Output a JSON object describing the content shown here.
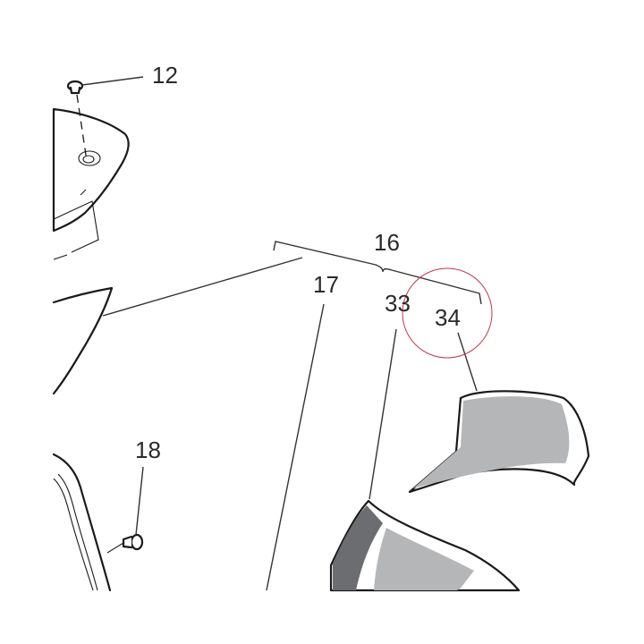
{
  "callouts": {
    "c12": "12",
    "c16": "16",
    "c17": "17",
    "c18": "18",
    "c33": "33",
    "c34": "34"
  },
  "colors": {
    "linework": "#1a1a1a",
    "fill_gray": "#b4b6b8",
    "fill_dark": "#6b6d70",
    "highlight_circle": "#c0394b"
  }
}
